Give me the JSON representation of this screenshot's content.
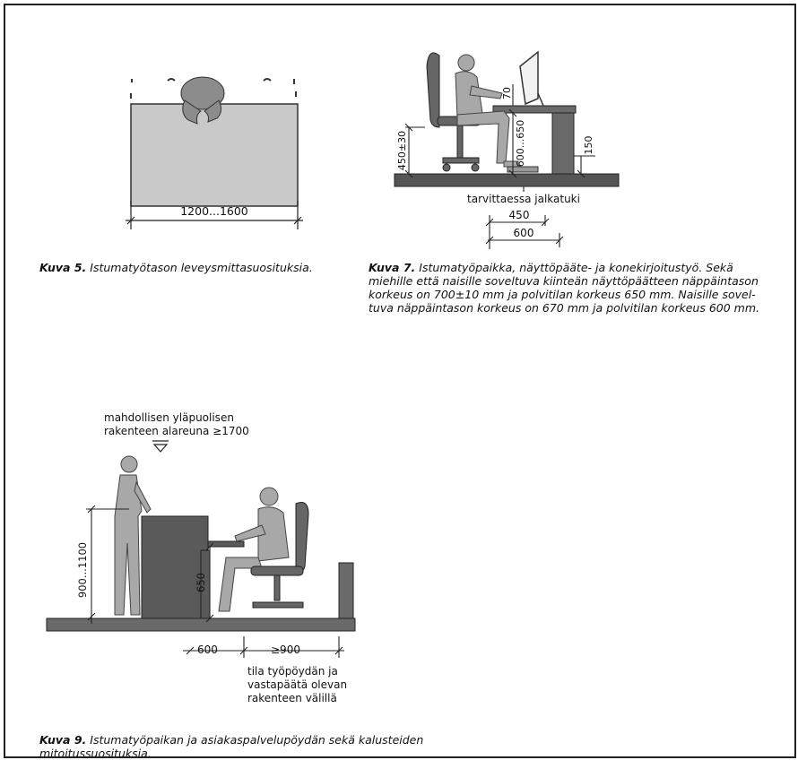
{
  "figure5": {
    "dimension": "1200...1600",
    "caption_label": "Kuva 5.",
    "caption_text": "Istumatyötason leveysmittasuosituksia."
  },
  "figure7": {
    "dim_70": "70",
    "dim_450_30": "450±30",
    "dim_600_650": "600...650",
    "dim_150": "150",
    "footrest_label": "tarvittaessa jalkatuki",
    "dim_450": "450",
    "dim_600": "600",
    "caption_label": "Kuva 7.",
    "caption_lines": [
      "Istumatyöpaikka, näyttöpääte- ja konekirjoitustyö. Sekä",
      "miehille että naisille soveltuva kiinteän näyttöpäätteen näppäintason",
      "korkeus on 700±10 mm ja polvitilan korkeus 650 mm. Naisille sovel-",
      "tuva näppäintason korkeus on 670 mm ja polvitilan korkeus 600 mm."
    ]
  },
  "figure9": {
    "top_note_line1": "mahdollisen yläpuolisen",
    "top_note_line2": "rakenteen alareuna ≥1700",
    "dim_900_1100": "900...1100",
    "dim_650": "650",
    "dim_600": "600",
    "dim_900": "≥900",
    "space_note_lines": [
      "tila työpöydän ja",
      "vastapäätä olevan",
      "rakenteen välillä"
    ],
    "caption_label": "Kuva 9.",
    "caption_lines": [
      "Istumatyöpaikan ja asiakaspalvelupöydän sekä kalusteiden",
      "mitoitussuosituksia."
    ]
  }
}
